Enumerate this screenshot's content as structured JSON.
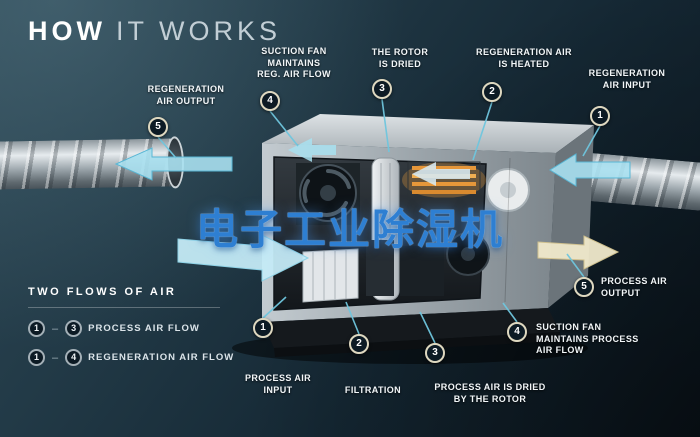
{
  "title": {
    "strong": "HOW",
    "light": "IT WORKS"
  },
  "watermark": "电子工业除湿机",
  "callouts": [
    {
      "num": "5",
      "label": "REGENERATION\nAIR OUTPUT"
    },
    {
      "num": "4",
      "label": "SUCTION FAN\nMAINTAINS\nREG. AIR FLOW"
    },
    {
      "num": "3",
      "label": "THE ROTOR\nIS DRIED"
    },
    {
      "num": "2",
      "label": "REGENERATION AIR\nIS HEATED"
    },
    {
      "num": "1",
      "label": "REGENERATION\nAIR INPUT"
    },
    {
      "num": "1",
      "label": "PROCESS AIR\nINPUT"
    },
    {
      "num": "2",
      "label": "FILTRATION"
    },
    {
      "num": "3",
      "label": "PROCESS AIR IS DRIED\nBY THE ROTOR"
    },
    {
      "num": "4",
      "label": "SUCTION FAN\nMAINTAINS PROCESS\nAIR FLOW"
    },
    {
      "num": "5",
      "label": "PROCESS AIR\nOUTPUT"
    }
  ],
  "legend": {
    "title": "TWO FLOWS OF AIR",
    "dash": "–",
    "rows": [
      {
        "from": "1",
        "to": "3",
        "label": "PROCESS AIR FLOW"
      },
      {
        "from": "1",
        "to": "4",
        "label": "REGENERATION AIR FLOW"
      }
    ]
  },
  "colors": {
    "background_dark": "#142530",
    "accent_blue": "#6fc6de",
    "watermark_blue": "#2e7fd2",
    "heater_orange": "#e6973a",
    "badge_ring": "#ded8c0",
    "process_output_cream": "#f0e9cb"
  }
}
